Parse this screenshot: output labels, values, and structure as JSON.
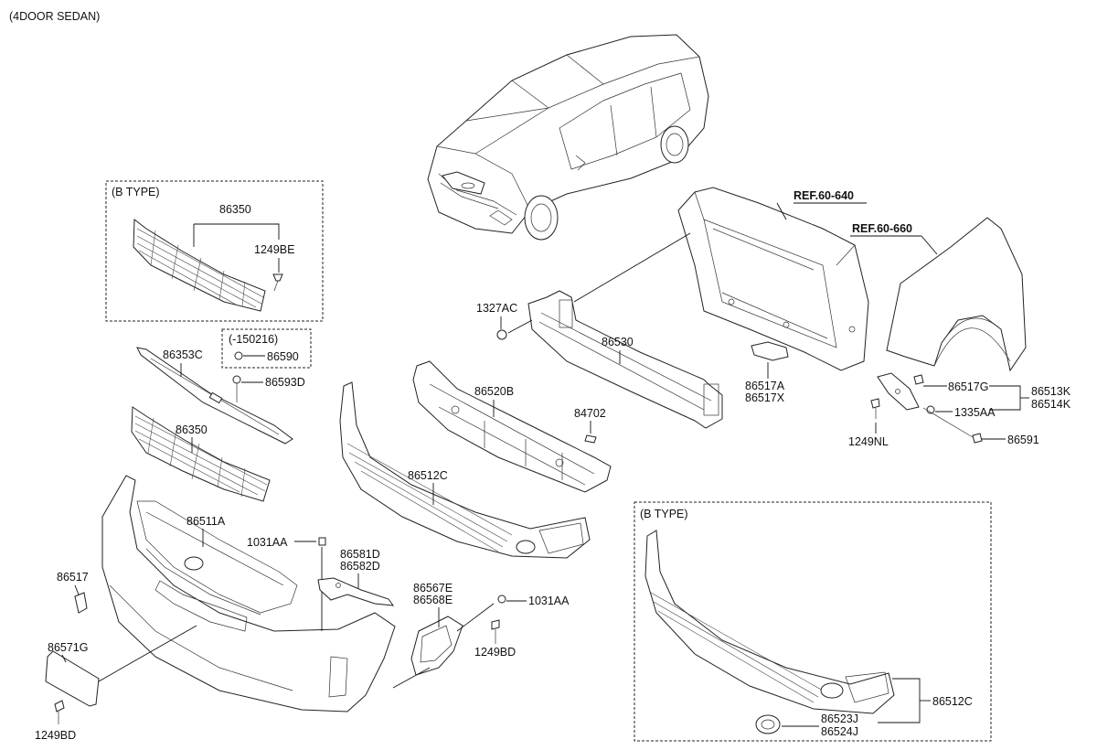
{
  "header": {
    "title": "(4DOOR SEDAN)"
  },
  "boxes": {
    "b_type_grille": "(B TYPE)",
    "option_date": "(-150216)",
    "b_type_lower": "(B TYPE)"
  },
  "refs": {
    "ref_60_640": "REF.60-640",
    "ref_60_660": "REF.60-660"
  },
  "labels": {
    "p86350_top": "86350",
    "p1249BE": "1249BE",
    "p86353C": "86353C",
    "p86590": "86590",
    "p86593D": "86593D",
    "p86350_mid": "86350",
    "p86511A": "86511A",
    "p1031AA_left": "1031AA",
    "p86581D": "86581D",
    "p86582D": "86582D",
    "p86517": "86517",
    "p86571G": "86571G",
    "p1249BD_left": "1249BD",
    "p86567E": "86567E",
    "p86568E": "86568E",
    "p1031AA_right": "1031AA",
    "p1249BD_right": "1249BD",
    "p86520B": "86520B",
    "p84702": "84702",
    "p86512C_mid": "86512C",
    "p1327AC": "1327AC",
    "p86530": "86530",
    "p86517A": "86517A",
    "p86517X": "86517X",
    "p86517G": "86517G",
    "p86513K": "86513K",
    "p86514K": "86514K",
    "p1335AA": "1335AA",
    "p1249NL": "1249NL",
    "p86591": "86591",
    "p86512C_right": "86512C",
    "p86523J": "86523J",
    "p86524J": "86524J"
  }
}
